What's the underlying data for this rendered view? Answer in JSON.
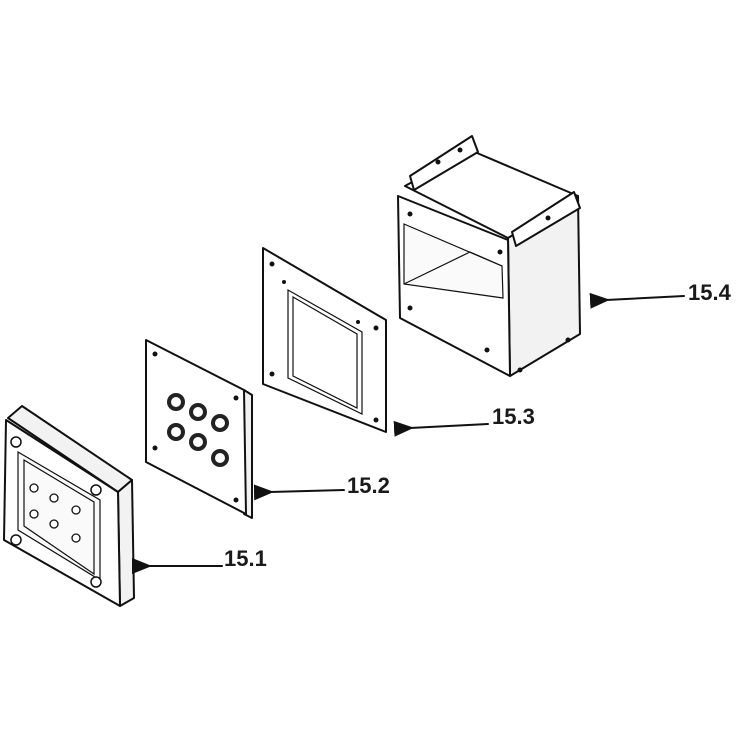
{
  "labels": {
    "part_1": "15.1",
    "part_2": "15.2",
    "part_3": "15.3",
    "part_4": "15.4"
  },
  "colors": {
    "line": "#111111",
    "background": "#ffffff"
  }
}
